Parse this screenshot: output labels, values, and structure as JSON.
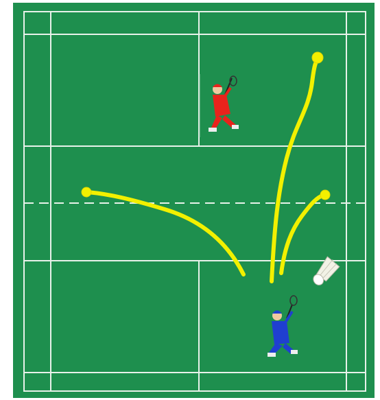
{
  "court": {
    "surface_color": "#1e8f4e",
    "line_color": "#e8f2ea",
    "net_line_style": "dashed"
  },
  "players": [
    {
      "side": "far",
      "jersey_color": "#e8231c",
      "shorts_color": "#e8231c",
      "icon": "badminton-player-icon"
    },
    {
      "side": "near",
      "jersey_color": "#1f3fd0",
      "shorts_color": "#1f3fd0",
      "icon": "badminton-player-icon"
    }
  ],
  "shuttlecock": {
    "icon": "shuttlecock-icon",
    "color": "#f2f2e6"
  },
  "trajectories": {
    "color": "#f2f000",
    "shots": [
      {
        "name": "clear-to-back-right",
        "target_marker": true
      },
      {
        "name": "drop-to-front-left",
        "target_marker": true
      },
      {
        "name": "drop-to-front-right",
        "target_marker": true
      }
    ]
  }
}
